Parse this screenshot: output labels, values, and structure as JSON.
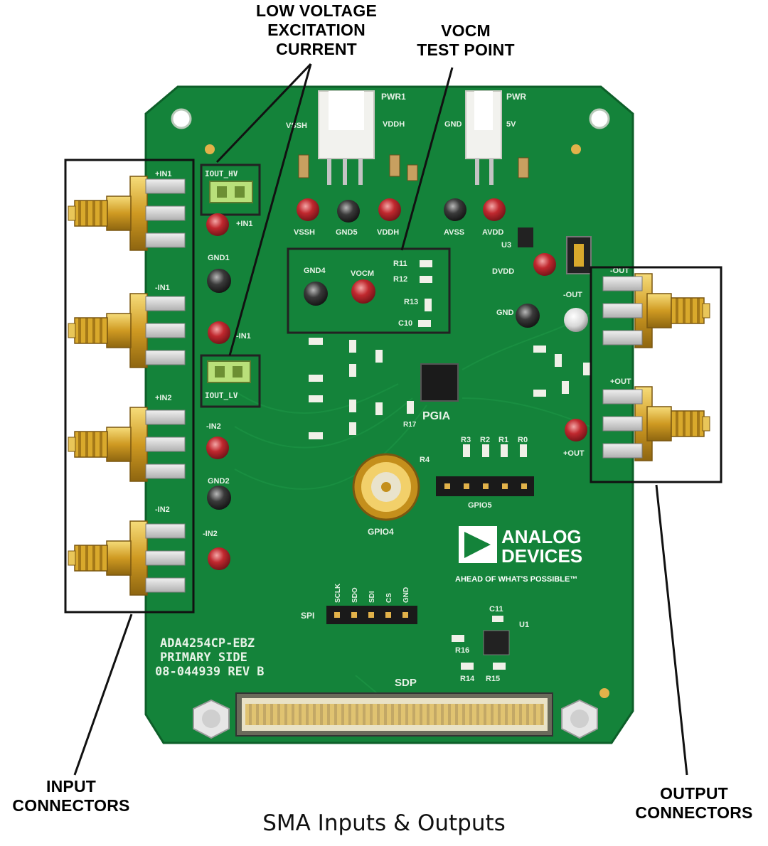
{
  "callouts": {
    "low_voltage": [
      "LOW VOLTAGE",
      "EXCITATION",
      "CURRENT"
    ],
    "vocm": [
      "VOCM",
      "TEST POINT"
    ],
    "input": [
      "INPUT",
      "CONNECTORS"
    ],
    "output": [
      "OUTPUT",
      "CONNECTORS"
    ]
  },
  "caption": "SMA Inputs & Outputs",
  "board": {
    "name_lines": [
      "ADA4254CP-EBZ",
      "PRIMARY SIDE",
      "08-044939 REV B"
    ],
    "power_labels": {
      "pwr1": "PWR1",
      "pwr": "PWR",
      "vssh": "VSSH",
      "vddh": "VDDH",
      "gnd": "GND",
      "v5": "5V"
    },
    "jumpers": {
      "iout_hv": "IOUT_HV",
      "iout_lv": "IOUT_LV"
    },
    "test_points_top": [
      "VSSH",
      "GND5",
      "VDDH",
      "AVSS",
      "AVDD"
    ],
    "vocm_box": {
      "gnd4": "GND4",
      "vocm": "VOCM",
      "r11": "R11",
      "r12": "R12",
      "r13": "R13",
      "c10": "C10"
    },
    "input_labels": [
      "+IN1",
      "-IN1",
      "+IN2",
      "-IN2"
    ],
    "left_tp": [
      "+IN1",
      "GND1",
      "-IN1",
      "-IN2",
      "GND2",
      "-IN2"
    ],
    "output_labels": [
      "-OUT",
      "+OUT"
    ],
    "right_tp": {
      "dvdd": "DVDD",
      "gnd": "GND",
      "out_minus": "-OUT",
      "out_plus": "+OUT"
    },
    "chip": "PGIA",
    "gpio4": "GPIO4",
    "gpio5": "GPIO5",
    "r_row": [
      "R3",
      "R2",
      "R1",
      "R0"
    ],
    "spi_label": "SPI",
    "spi_pins": [
      "SCLK",
      "SDO",
      "SDI",
      "CS",
      "GND"
    ],
    "sdp": "SDP",
    "misc": {
      "u1": "U1",
      "u3": "U3",
      "c11": "C11",
      "r14": "R14",
      "r15": "R15",
      "r16": "R16",
      "r4": "R4",
      "r17": "R17"
    },
    "logo": {
      "line1": "ANALOG",
      "line2": "DEVICES",
      "tagline": "AHEAD OF WHAT'S POSSIBLE™"
    }
  },
  "colors": {
    "pcb": "#14833a",
    "gold": "#d9a92c",
    "red_tp": "#b8262c",
    "black_tp": "#2e2e2e"
  }
}
